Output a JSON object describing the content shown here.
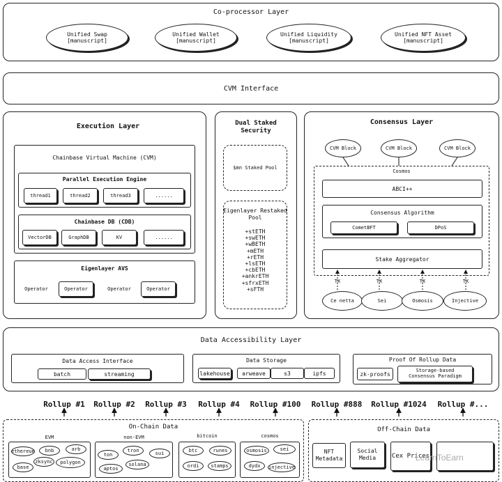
{
  "coprocessor": {
    "title": "Co-processor Layer",
    "items": [
      "Unified Swap\n[manuscript]",
      "Unified Wallet\n[manuscript]",
      "Unified Liquidity\n[manuscript]",
      "Unified NFT Asset\n[manuscript]"
    ]
  },
  "cvm_interface": "CVM Interface",
  "execution": {
    "title": "Execution Layer",
    "cvm_title": "Chainbase Virtual Machine (CVM)",
    "pee_title": "Parallel Execution Engine",
    "threads": [
      "thread1",
      "thread2",
      "thread3",
      "......"
    ],
    "cdb_title": "Chainbase DB (CDB)",
    "cdb_items": [
      "VectorDB",
      "GraphDB",
      "KV",
      "......"
    ],
    "avs_title": "Eigenlayer AVS",
    "avs_items": [
      "Operator",
      "Operator",
      "Operator",
      "Operator"
    ]
  },
  "dual": {
    "title": "Dual Staked\nSecurity",
    "pool": "$mn Staked Pool",
    "restaked_title": "Eigenlayer Restaked\nPool",
    "restaked_items": [
      "+stETH",
      "+swETH",
      "+wBETH",
      "+mETH",
      "+rETH",
      "+lsETH",
      "+cbETH",
      "+ankrETH",
      "+sfrxETH",
      "+sFTH"
    ]
  },
  "consensus": {
    "title": "Consensus Layer",
    "blocks": [
      "CVM Block",
      "CVM Block",
      "CVM Block"
    ],
    "cosmos_title": "Cosmos",
    "abci": "ABCI++",
    "algo_title": "Consensus Algorithm",
    "algos": [
      "CometBFT",
      "DPoS"
    ],
    "stake_agg": "Stake Aggregator",
    "tx_labels": [
      "TX",
      "TX",
      "TX",
      "TX"
    ],
    "chains": [
      "Ce netta",
      "Sei",
      "Osmosis",
      "Injective"
    ]
  },
  "dal": {
    "title": "Data Accessibility Layer",
    "dai_title": "Data Access Interface",
    "dai_items": [
      "batch",
      "streaming"
    ],
    "ds_title": "Data Storage",
    "ds_items": [
      "lakehouse",
      "arweave",
      "s3",
      "ipfs"
    ],
    "por_title": "Proof Of Rollup Data",
    "por_items": [
      "zk-proofs",
      "Storage-based\nConsensus Paradigm"
    ]
  },
  "rollups": [
    "Rollup #1",
    "Rollup #2",
    "Rollup #3",
    "Rollup #4",
    "Rollup #100",
    "Rollup #888",
    "Rollup #1024",
    "Rollup #..."
  ],
  "onchain": {
    "title": "On-Chain Data",
    "groups": [
      {
        "title": "EVM",
        "items": [
          "ethereum",
          "bnb",
          "arb",
          "base",
          "polygon",
          "zksync"
        ]
      },
      {
        "title": "non-EVM",
        "items": [
          "ton",
          "tron",
          "aptos",
          "solana",
          "sui"
        ]
      },
      {
        "title": "bitcoin",
        "items": [
          "btc",
          "runes",
          "ordi",
          "stamps"
        ]
      },
      {
        "title": "cosmos",
        "items": [
          "osmosis",
          "sei",
          "injective",
          "dydx"
        ]
      }
    ]
  },
  "offchain": {
    "title": "Off-Chain Data",
    "items": [
      "NFT\nMetadata",
      "Social\nMedia",
      "Cex Prices",
      ""
    ]
  },
  "watermark": "LearnToEarn"
}
